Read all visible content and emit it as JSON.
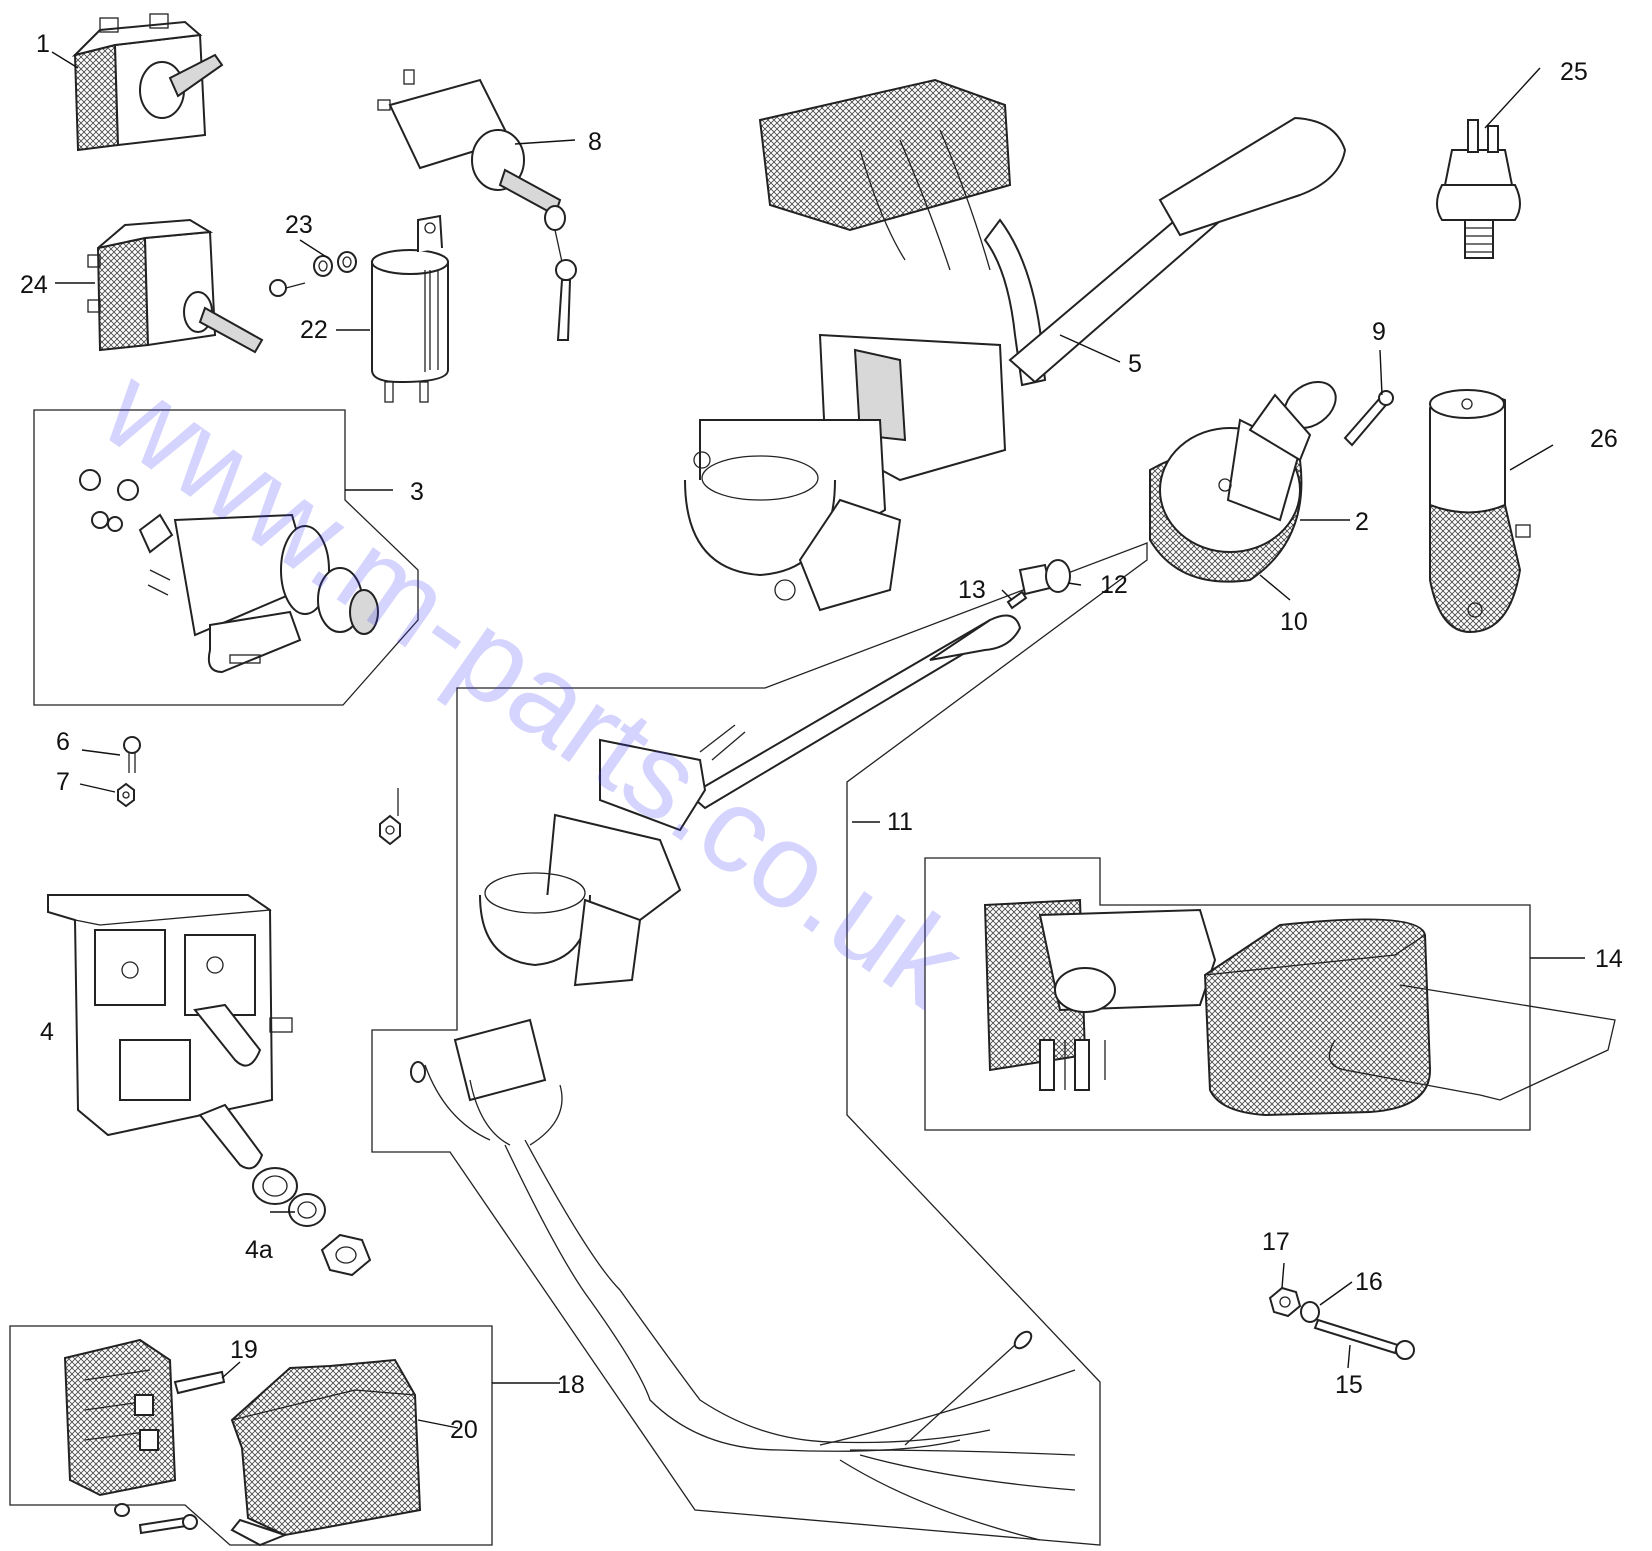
{
  "watermark": "www.m-parts.co.uk",
  "labels": {
    "l1": "1",
    "l2": "2",
    "l3": "3",
    "l4": "4",
    "l4a": "4a",
    "l5": "5",
    "l6": "6",
    "l7": "7",
    "l8": "8",
    "l9": "9",
    "l10": "10",
    "l11": "11",
    "l12": "12",
    "l13": "13",
    "l14": "14",
    "l15": "15",
    "l16": "16",
    "l17": "17",
    "l18": "18",
    "l19": "19",
    "l20": "20",
    "l22": "22",
    "l23": "23",
    "l24": "24",
    "l25": "25",
    "l26": "26"
  }
}
